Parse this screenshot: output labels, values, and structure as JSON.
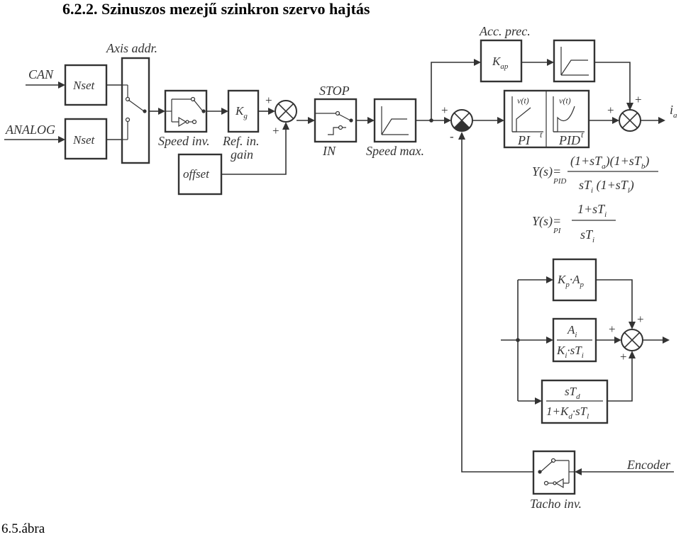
{
  "title": "6.2.2.   Szinuszos mezejű szinkron szervo hajtás",
  "caption": "6.5.ábra",
  "inputs": {
    "can": "CAN",
    "analog": "ANALOG"
  },
  "labels": {
    "axis_addr": "Axis addr.",
    "nset": "Nset",
    "speed_inv": "Speed inv.",
    "ref_in_gain_1": "Ref. in.",
    "ref_in_gain_2": "gain",
    "kg": "K",
    "kg_sub": "g",
    "offset": "offset",
    "stop": "STOP",
    "in": "IN",
    "speed_max": "Speed max.",
    "acc_prec": "Acc. prec.",
    "kap": "K",
    "kap_sub": "ap",
    "vt": "v(t)",
    "t": "t",
    "pi": "PI",
    "pid": "PID",
    "ia": "i",
    "ia_sub": "a",
    "encoder": "Encoder",
    "tacho_inv": "Tacho inv."
  },
  "signs": {
    "plus": "+",
    "minus": "-"
  },
  "formulas": {
    "pid_lhs": "Y(s)=",
    "pid_sub": "PID",
    "pid_num": "(1+sTa)(1+sTb)",
    "pid_den": "sTi (1+sTl)",
    "pi_lhs": "Y(s)=",
    "pi_sub": "PI",
    "pi_num": "1+sTi",
    "pi_den": "sTi"
  },
  "pid_blocks": {
    "p": "Kp·Ap",
    "i_num": "Ai",
    "i_den": "Ki·sTi",
    "d_num": "sTd",
    "d_den": "1+Kd·sTl"
  }
}
